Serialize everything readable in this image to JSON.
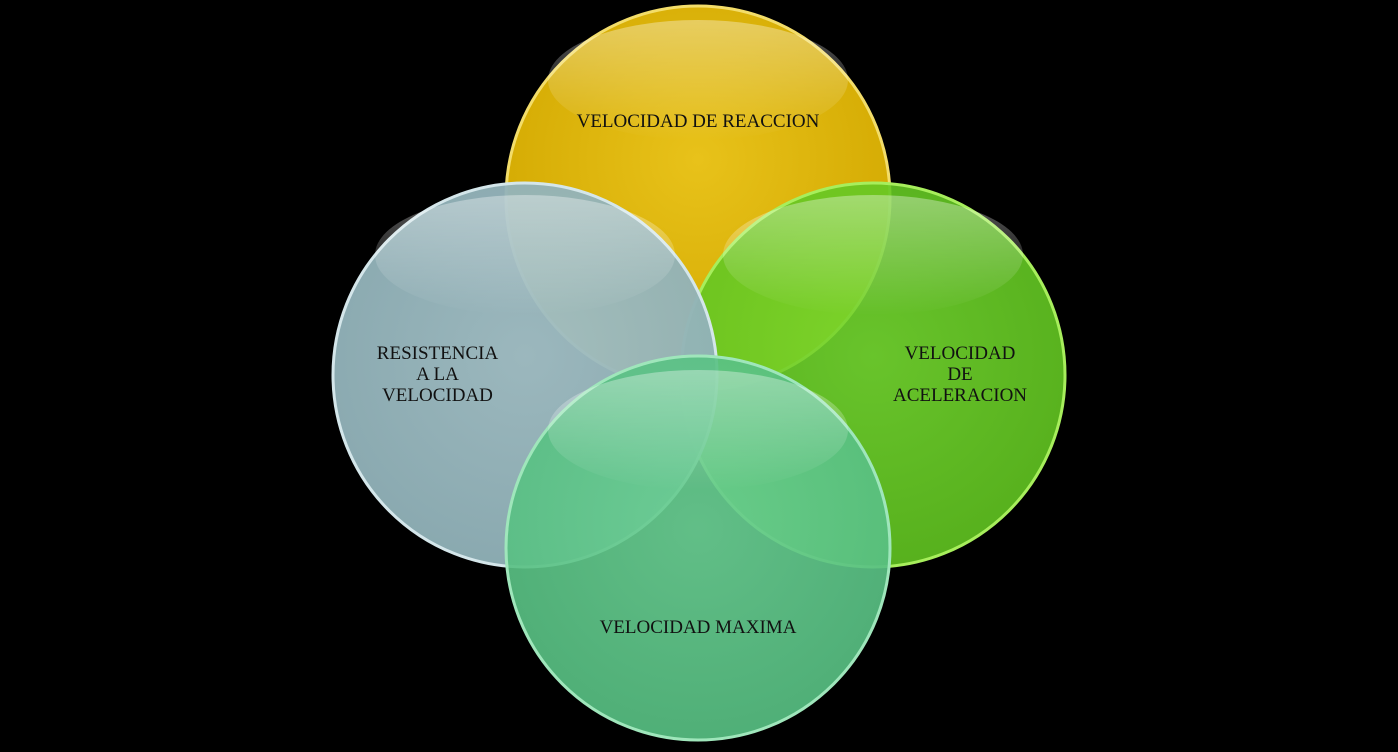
{
  "colors": {
    "background": "#000000",
    "top_circle": "#e0b500",
    "right_circle": "#6fd52a",
    "left_circle": "#9ab8bf",
    "bottom_circle": "#62c98c"
  },
  "circles": {
    "top": {
      "lines": [
        "VELOCIDAD DE REACCION"
      ]
    },
    "right": {
      "lines": [
        "VELOCIDAD",
        "DE",
        "ACELERACION"
      ]
    },
    "left": {
      "lines": [
        "RESISTENCIA",
        "A LA",
        "VELOCIDAD"
      ]
    },
    "bottom": {
      "lines": [
        "VELOCIDAD MAXIMA"
      ]
    }
  }
}
